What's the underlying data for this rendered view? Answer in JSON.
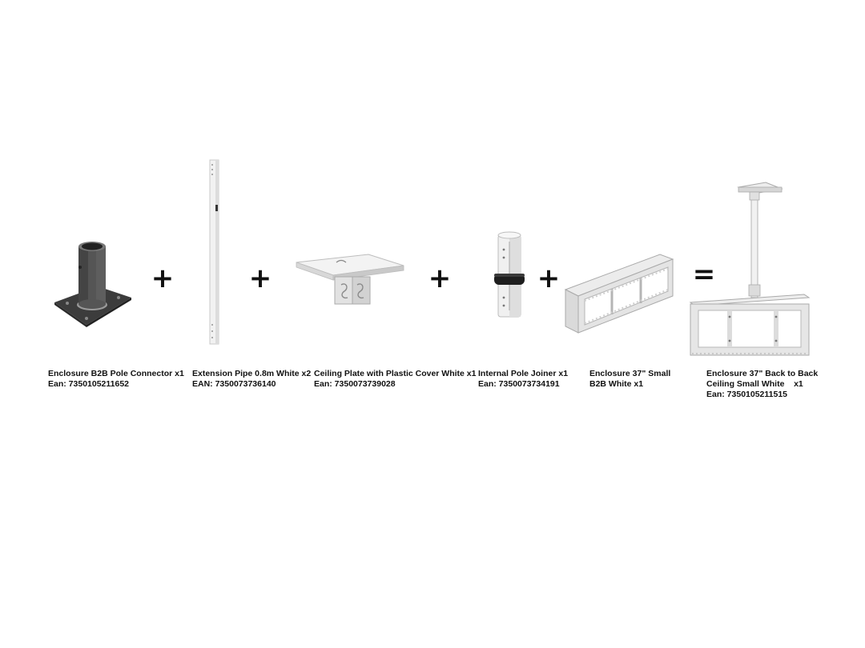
{
  "products": [
    {
      "name": "Enclosure B2B Pole Connector x1",
      "ean": "Ean: 7350105211652"
    },
    {
      "name": "Extension Pipe 0.8m White x2",
      "ean": "EAN:  7350073736140"
    },
    {
      "name": "Ceiling Plate with Plastic Cover White x1",
      "ean": "Ean: 7350073739028"
    },
    {
      "name": "Internal Pole Joiner x1",
      "ean": "Ean: 7350073734191"
    },
    {
      "name_line1": "Enclosure 37\"  Small",
      "name_line2": "B2B White x1"
    }
  ],
  "result": {
    "name_line1": "Enclosure 37\" Back to Back",
    "name_line2": "Ceiling Small White    x1",
    "ean": "Ean: 7350105211515"
  },
  "operators": {
    "plus": "+",
    "equals": "="
  },
  "colors": {
    "pole_connector": "#4a4a4a",
    "white_metal": "#e6e6e6",
    "outline": "#b8b8b8"
  },
  "icons": [
    "pole-connector",
    "extension-pipe",
    "ceiling-plate",
    "pole-joiner",
    "enclosure-frame",
    "assembled-ceiling-enclosure"
  ]
}
